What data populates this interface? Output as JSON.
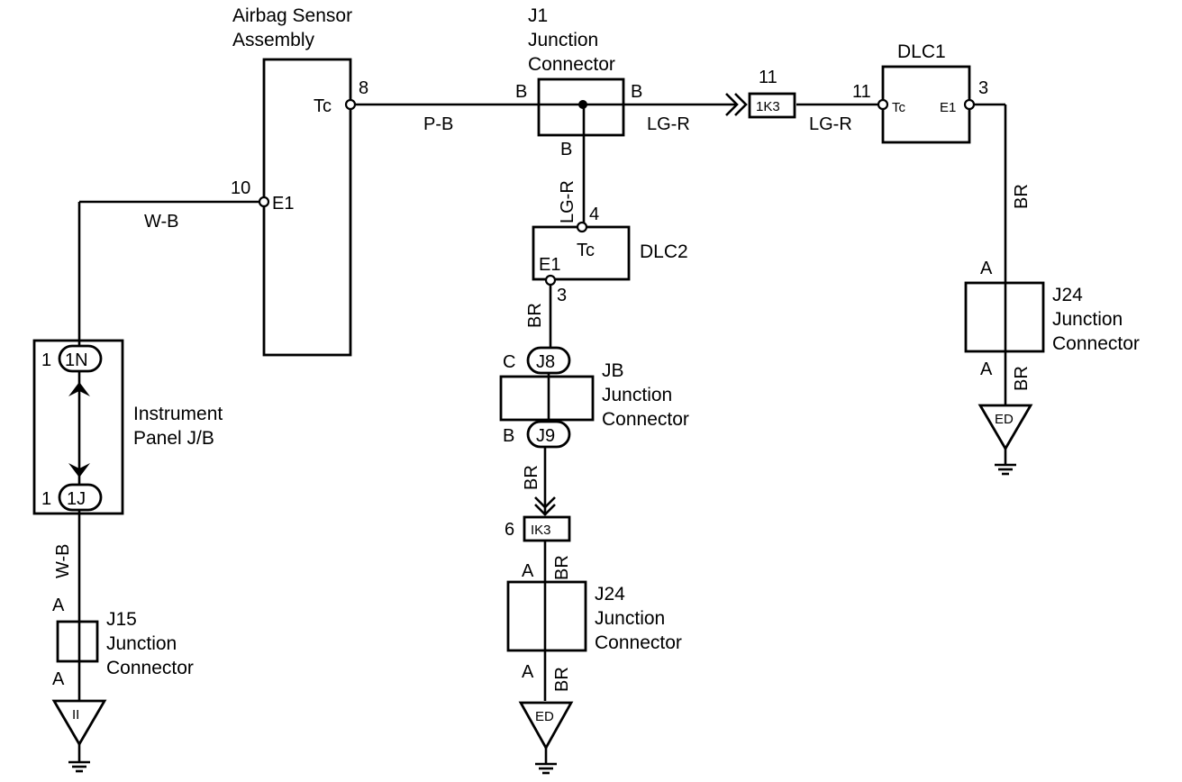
{
  "components": {
    "airbag_sensor": {
      "line1": "Airbag Sensor",
      "line2": "Assembly",
      "pin_tc_num": "8",
      "pin_tc": "Tc",
      "pin_e1_num": "10",
      "pin_e1": "E1"
    },
    "j1": {
      "line1": "J1",
      "line2": "Junction",
      "line3": "Connector",
      "pin_left": "B",
      "pin_right": "B",
      "pin_bottom": "B"
    },
    "connector_1k3_top": {
      "label": "1K3",
      "pin": "11"
    },
    "dlc1": {
      "label": "DLC1",
      "pin_tc_num": "11",
      "pin_tc": "Tc",
      "pin_e1": "E1",
      "pin_e1_num": "3"
    },
    "dlc2": {
      "label": "DLC2",
      "pin_tc_num": "4",
      "pin_tc": "Tc",
      "pin_e1": "E1",
      "pin_e1_num": "3"
    },
    "jb": {
      "line1": "JB",
      "line2": "Junction",
      "line3": "Connector",
      "pin_top_letter": "C",
      "pin_top": "J8",
      "pin_bottom_letter": "B",
      "pin_bottom": "J9"
    },
    "connector_1k3_mid": {
      "label": "IK3",
      "pin": "6"
    },
    "j24_center": {
      "line1": "J24",
      "line2": "Junction",
      "line3": "Connector",
      "pin_top": "A",
      "pin_bottom": "A"
    },
    "j24_right": {
      "line1": "J24",
      "line2": "Junction",
      "line3": "Connector",
      "pin_top": "A",
      "pin_bottom": "A"
    },
    "instrument_panel_jb": {
      "line1": "Instrument",
      "line2": "Panel J/B",
      "pin_top_num": "1",
      "pin_top": "1N",
      "pin_bottom_num": "1",
      "pin_bottom": "1J"
    },
    "j15": {
      "line1": "J15",
      "line2": "Junction",
      "line3": "Connector",
      "pin_top": "A",
      "pin_bottom": "A"
    }
  },
  "grounds": {
    "center": "ED",
    "right": "ED",
    "left": "II"
  },
  "wires": {
    "sensor_to_j1": "P-B",
    "j1_to_1k3": "LG-R",
    "1k3_to_dlc1": "LG-R",
    "j1_to_dlc2": "LG-R",
    "sensor_e1": "W-B",
    "dlc2_to_jb": "BR",
    "jb_to_1k3": "BR",
    "1k3_to_j24": "BR",
    "j24_to_ground_center": "BR",
    "dlc1_down": "BR",
    "j24_to_ground_right": "BR",
    "ipjb_to_j15": "W-B"
  }
}
